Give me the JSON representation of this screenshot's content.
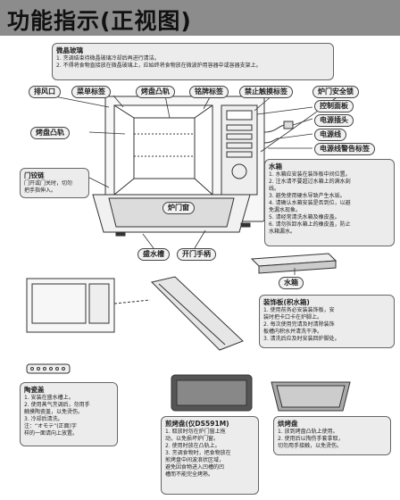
{
  "header": {
    "title": "功能指示(正视图)"
  },
  "top_note": {
    "title": "微晶玻璃",
    "lines": [
      "1. 烹调结束待微晶玻璃冷却后再进行清洁。",
      "2. 不得将食物直接放在微晶玻璃上，应始终将食物放在微波炉用容器中或容器支架上。"
    ]
  },
  "labels": {
    "exhaust": "排风口",
    "menu_label": "菜单标签",
    "rail_upper": "烤盘凸轨",
    "nameplate": "铭牌标签",
    "no_touch": "禁止触摸标签",
    "door_lock": "炉门安全锁",
    "control_panel": "控制面板",
    "plug": "电源插头",
    "cord": "电源线",
    "cord_warning": "电源线警告标签",
    "rail_left": "烤盘凸轨",
    "door_window": "炉门窗",
    "drip_tray": "盛水槽",
    "door_handle": "开门手柄",
    "water_tank": "水箱"
  },
  "hinge_note": {
    "title": "门铰链",
    "lines": [
      "门开或门关时，切勿",
      "把手指伸入。"
    ]
  },
  "water_tank_note": {
    "title": "水箱",
    "lines": [
      "1. 水箱应安装在装饰板中间位置。",
      "2. 注水请不要超过水箱上的满水刻",
      "   线。",
      "3. 避免使用硬水导致产生水垢。",
      "4. 请确认水箱安装是否到位，以避",
      "   免漏水现象。",
      "5. 请经常清洗水箱及橡皮盖。",
      "6. 请勿拆卸水箱上的橡皮盖，防止",
      "   水箱漏水。"
    ]
  },
  "trim_note": {
    "title": "装饰板(积水箱)",
    "lines": [
      "1. 使用前务必安装装饰板，安",
      "   装时把卡口卡在炉脚上。",
      "2. 每次使用完请及时清除装饰",
      "   板槽内积水并清洗干净。",
      "3. 清洗后应及时安装回炉脚处。"
    ]
  },
  "ceramic_note": {
    "title": "陶瓷盖",
    "lines": [
      "1. 安装在盛水槽上。",
      "2. 使用蒸气烹调后，勿用手",
      "   触摸陶瓷盖，以免烫伤。",
      "3. 冷却后清洗。",
      "注：“オモテ”(正面)字",
      "   样的一面请向上放置。"
    ]
  },
  "fry_note": {
    "title": "煎烤盘(仅DS591M)",
    "lines": [
      "1. 取放时勿在炉门窗上拖",
      "   动，以免损坏炉门窗。",
      "2. 使用时放在凸轨上。",
      "3. 烹调食物时，把食物放在",
      "   煎烤盘中间波浪状区域，",
      "   避免因食物进入凹槽的凹",
      "   槽而不能完全烤熟。"
    ]
  },
  "bake_note": {
    "title": "烘烤盘",
    "lines": [
      "1. 放到烤盘凸轨上使用。",
      "2. 使用后以掏伤手套拿取，",
      "   切勿用手接触，以免烫伤。"
    ]
  },
  "colors": {
    "header_bg": "#8c8c8c",
    "box_bg": "#ececec"
  }
}
